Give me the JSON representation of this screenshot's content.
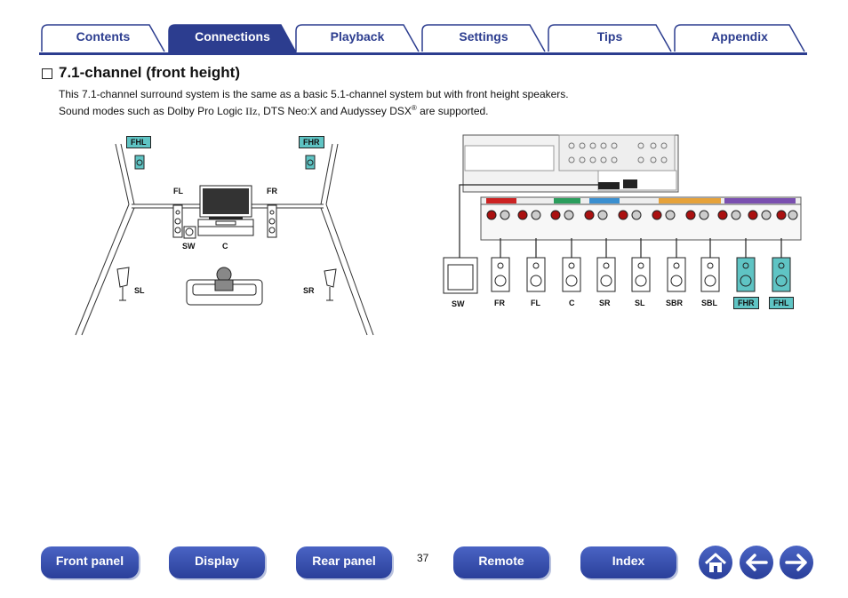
{
  "tabs": [
    {
      "label": "Contents",
      "active": false
    },
    {
      "label": "Connections",
      "active": true
    },
    {
      "label": "Playback",
      "active": false
    },
    {
      "label": "Settings",
      "active": false
    },
    {
      "label": "Tips",
      "active": false
    },
    {
      "label": "Appendix",
      "active": false
    }
  ],
  "section": {
    "title": "7.1-channel (front height)",
    "line1": "This 7.1-channel surround system is the same as a basic 5.1-channel system but with front height speakers.",
    "line2_prefix": "Sound modes such as Dolby Pro Logic ",
    "line2_iiz": "IIz",
    "line2_mid": ", DTS Neo:X and Audyssey DSX",
    "line2_reg": "®",
    "line2_suffix": " are supported."
  },
  "room_diagram": {
    "fhl": "FHL",
    "fhr": "FHR",
    "fl": "FL",
    "fr": "FR",
    "sw": "SW",
    "c": "C",
    "sl": "SL",
    "sr": "SR"
  },
  "speaker_row": {
    "labels": [
      "SW",
      "FR",
      "FL",
      "C",
      "SR",
      "SL",
      "SBR",
      "SBL",
      "FHR",
      "FHL"
    ],
    "highlight_color": "#5fc4c4"
  },
  "bottom_nav": {
    "front_panel": "Front panel",
    "display": "Display",
    "rear_panel": "Rear panel",
    "page": "37",
    "remote": "Remote",
    "index": "Index",
    "home_icon": "home-icon",
    "back_icon": "arrow-left-icon",
    "forward_icon": "arrow-right-icon"
  },
  "colors": {
    "nav_blue": "#2c3d8f",
    "button_blue": "#3a52b0",
    "teal": "#5fc4c4"
  }
}
